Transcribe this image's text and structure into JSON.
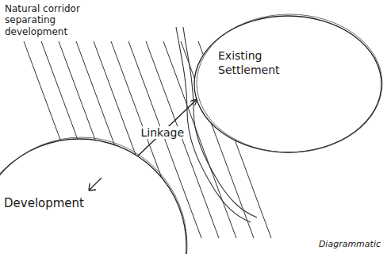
{
  "diagram": {
    "caption": "Diagrammatic",
    "nodes": [
      {
        "text": [
          "Existing Settlement"
        ]
      },
      {
        "text": [
          "Development"
        ]
      }
    ],
    "edges": [
      {
        "from": 1,
        "to": 0,
        "label": "Linkage",
        "arrow": "to"
      }
    ],
    "labels": [
      "Natural corridor separating development"
    ]
  }
}
